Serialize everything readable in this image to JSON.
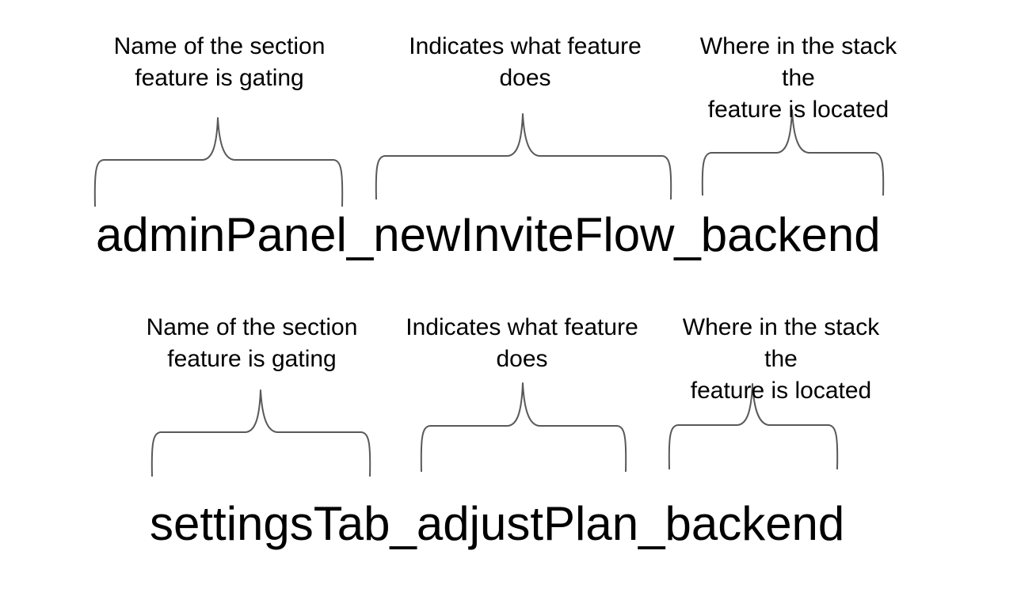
{
  "diagram": {
    "colors": {
      "background": "#ffffff",
      "text": "#000000",
      "brace": "#595959"
    },
    "examples": [
      {
        "flag_name": "adminPanel_newInviteFlow_backend",
        "annotations": [
          {
            "text": "Name of the section\nfeature is gating"
          },
          {
            "text": "Indicates what feature\ndoes"
          },
          {
            "text": "Where in the stack the\nfeature is located"
          }
        ]
      },
      {
        "flag_name": "settingsTab_adjustPlan_backend",
        "annotations": [
          {
            "text": "Name of the section\nfeature is gating"
          },
          {
            "text": "Indicates what feature\ndoes"
          },
          {
            "text": "Where in the stack the\nfeature is located"
          }
        ]
      }
    ]
  }
}
